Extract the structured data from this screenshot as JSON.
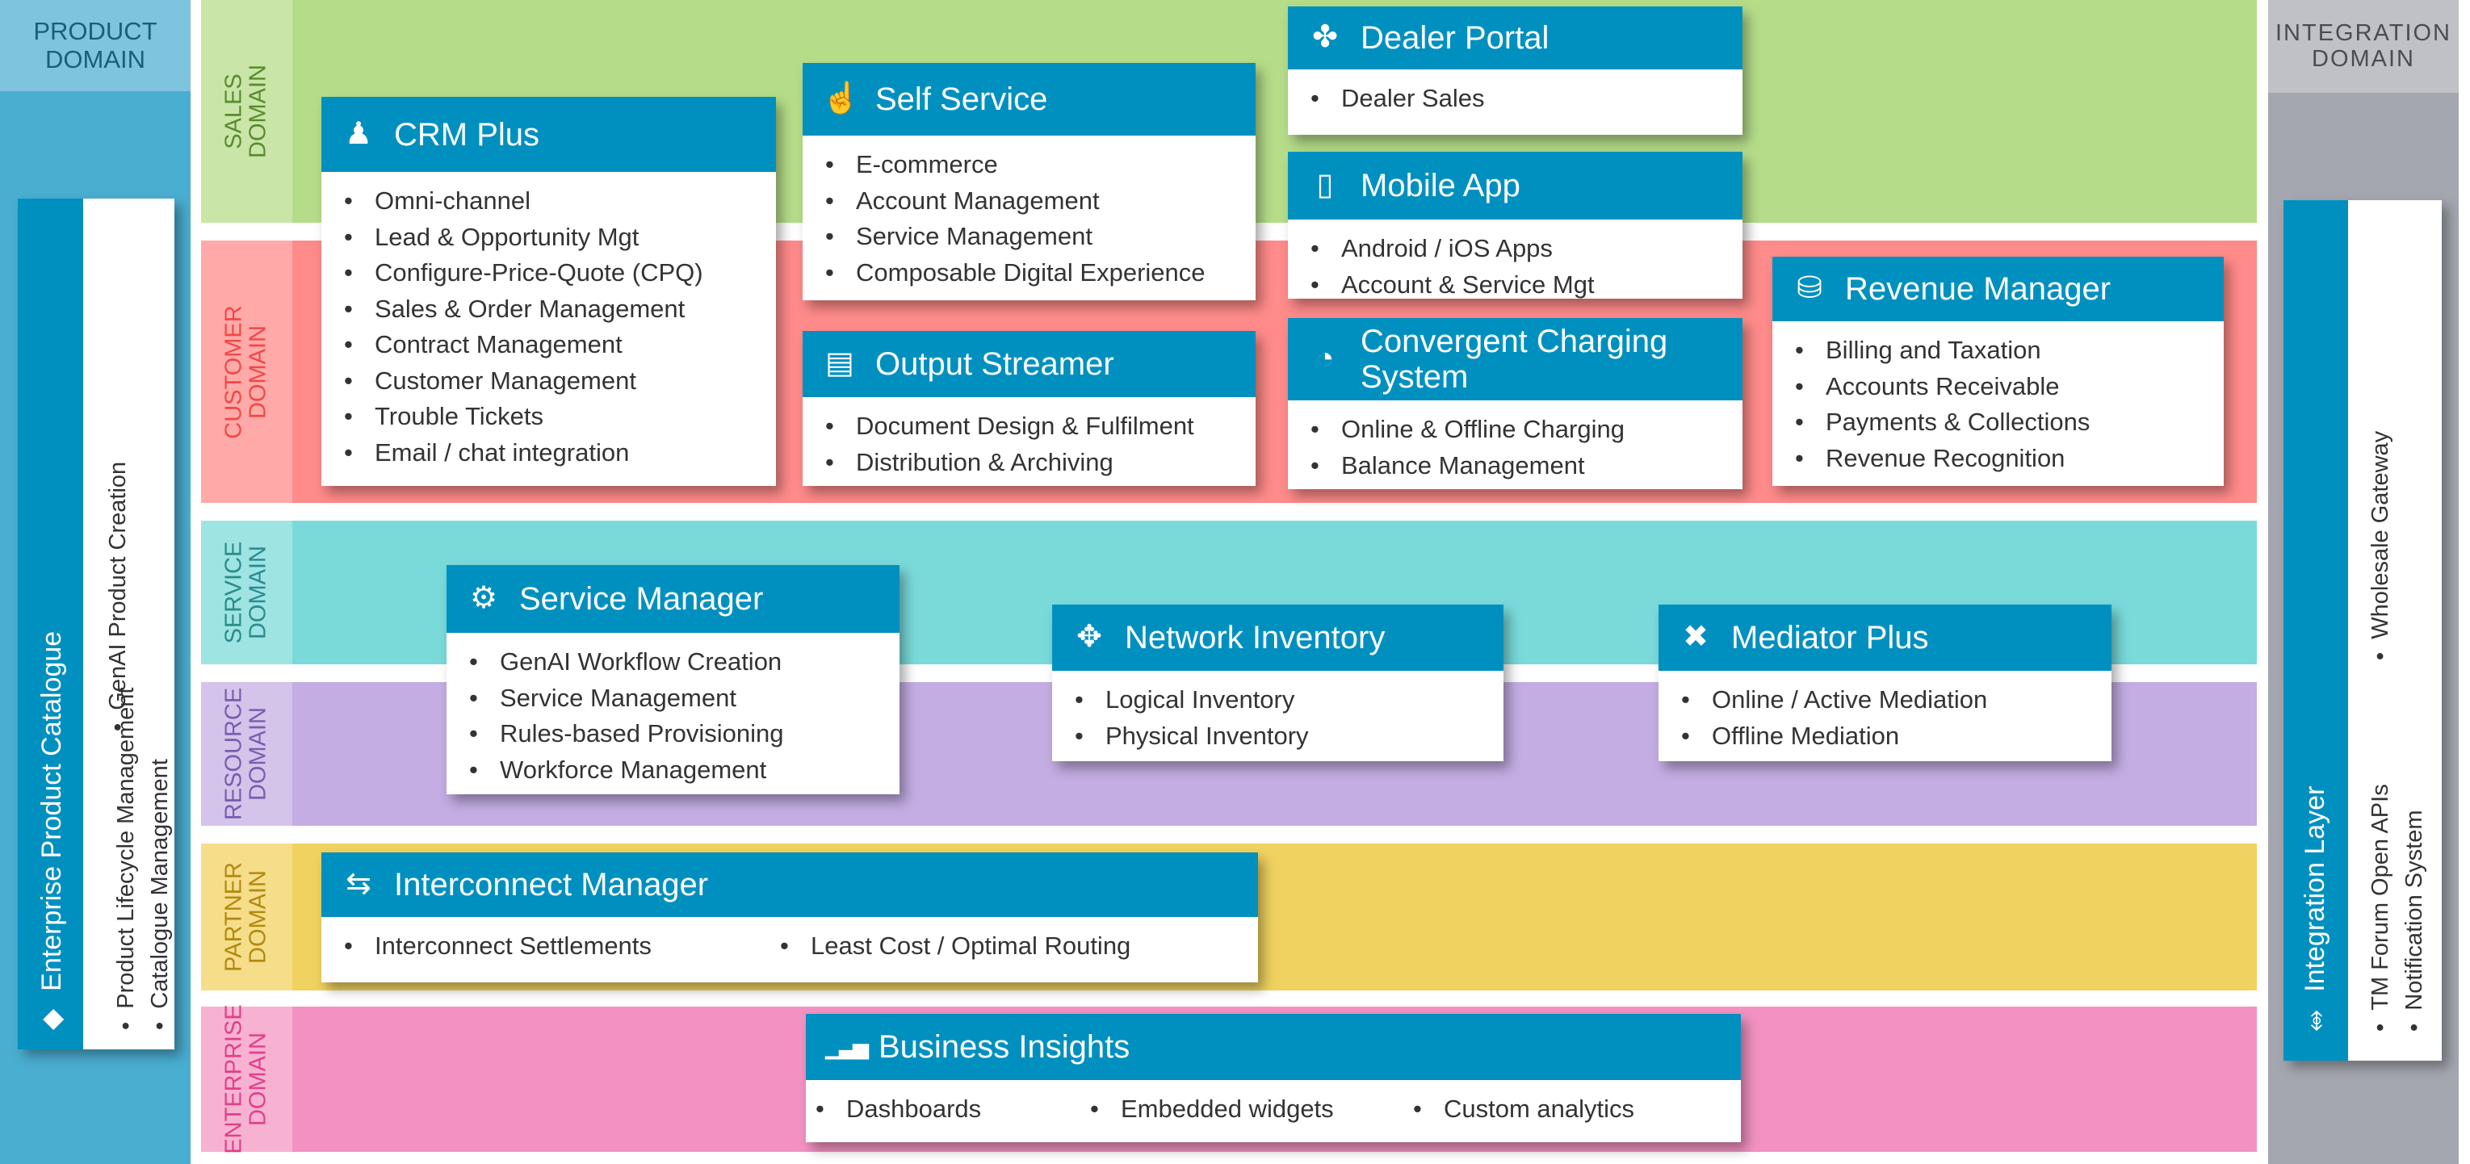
{
  "product_domain": {
    "header": "PRODUCT DOMAIN",
    "card": {
      "title": "Enterprise Product Catalogue",
      "icon": "tag-icon",
      "items": [
        "GenAI Product Creation",
        "Product Lifecycle Management",
        "Catalogue Management"
      ]
    }
  },
  "integration_domain": {
    "header": "INTEGRATION DOMAIN",
    "card": {
      "title": "Integration Layer",
      "icon": "shuffle-icon",
      "items": [
        "Wholesale Gateway",
        "TM Forum Open APIs",
        "Notification System"
      ]
    }
  },
  "domains": [
    {
      "id": "sales",
      "line1": "SALES",
      "line2": "DOMAIN",
      "strip": "#c9e6a8",
      "fill": "#b5dd89",
      "text": "#5a8a2e"
    },
    {
      "id": "customer",
      "line1": "CUSTOMER",
      "line2": "DOMAIN",
      "strip": "#ffaaa8",
      "fill": "#ff8b8a",
      "text": "#f04848"
    },
    {
      "id": "service",
      "line1": "SERVICE",
      "line2": "DOMAIN",
      "strip": "#9ee4e2",
      "fill": "#7adada",
      "text": "#2b8a8c"
    },
    {
      "id": "resource",
      "line1": "RESOURCE",
      "line2": "DOMAIN",
      "strip": "#d4c4ea",
      "fill": "#c3ade3",
      "text": "#7a5cb0"
    },
    {
      "id": "partner",
      "line1": "PARTNER",
      "line2": "DOMAIN",
      "strip": "#f5dd8a",
      "fill": "#f0d260",
      "text": "#b08a10"
    },
    {
      "id": "enterprise",
      "line1": "ENTERPRISE",
      "line2": "DOMAIN",
      "strip": "#f7b2d2",
      "fill": "#f392c2",
      "text": "#e0408a"
    }
  ],
  "colors": {
    "header_blue": "#0090c0"
  },
  "boxes": [
    {
      "id": "dealer-portal",
      "title": "Dealer Portal",
      "icon": "badge-icon",
      "glyph": "✤",
      "items": [
        "Dealer Sales"
      ]
    },
    {
      "id": "self-service",
      "title": "Self Service",
      "icon": "pointer-hand-icon",
      "glyph": "☝",
      "items": [
        "E-commerce",
        "Account Management",
        "Service Management",
        "Composable Digital Experience"
      ]
    },
    {
      "id": "crm-plus",
      "title": "CRM Plus",
      "icon": "people-icon",
      "glyph": "♟",
      "items": [
        "Omni-channel",
        "Lead & Opportunity Mgt",
        "Configure-Price-Quote (CPQ)",
        "Sales & Order Management",
        "Contract Management",
        "Customer Management",
        "Trouble Tickets",
        "Email / chat integration"
      ]
    },
    {
      "id": "mobile-app",
      "title": "Mobile App",
      "icon": "mobile-phone-icon",
      "glyph": "▯",
      "items": [
        "Android / iOS Apps",
        "Account & Service Mgt"
      ]
    },
    {
      "id": "revenue-manager",
      "title": "Revenue Manager",
      "icon": "coins-icon",
      "glyph": "⛁",
      "items": [
        "Billing and Taxation",
        "Accounts Receivable",
        "Payments & Collections",
        "Revenue Recognition"
      ]
    },
    {
      "id": "output-streamer",
      "title": "Output Streamer",
      "icon": "document-icon",
      "glyph": "▤",
      "items": [
        "Document Design & Fulfilment",
        "Distribution & Archiving"
      ]
    },
    {
      "id": "convergent-charging",
      "title": "Convergent Charging System",
      "icon": "gauge-icon",
      "glyph": "◔",
      "items": [
        "Online & Offline Charging",
        "Balance Management"
      ]
    },
    {
      "id": "service-manager",
      "title": "Service Manager",
      "icon": "gear-icon",
      "glyph": "⚙",
      "items": [
        "GenAI Workflow Creation",
        "Service Management",
        "Rules-based Provisioning",
        "Workforce Management"
      ]
    },
    {
      "id": "network-inventory",
      "title": "Network Inventory",
      "icon": "network-icon",
      "glyph": "✥",
      "items": [
        "Logical Inventory",
        "Physical Inventory"
      ]
    },
    {
      "id": "mediator-plus",
      "title": "Mediator Plus",
      "icon": "nodes-icon",
      "glyph": "✖",
      "items": [
        "Online / Active Mediation",
        "Offline Mediation"
      ]
    },
    {
      "id": "interconnect-manager",
      "title": "Interconnect Manager",
      "icon": "interconnect-icon",
      "glyph": "⇆",
      "items": [
        "Interconnect Settlements",
        "Least Cost / Optimal Routing"
      ]
    },
    {
      "id": "business-insights",
      "title": "Business Insights",
      "icon": "bar-chart-icon",
      "glyph": "▁▃▅",
      "items": [
        "Dashboards",
        "Embedded widgets",
        "Custom analytics"
      ]
    }
  ]
}
